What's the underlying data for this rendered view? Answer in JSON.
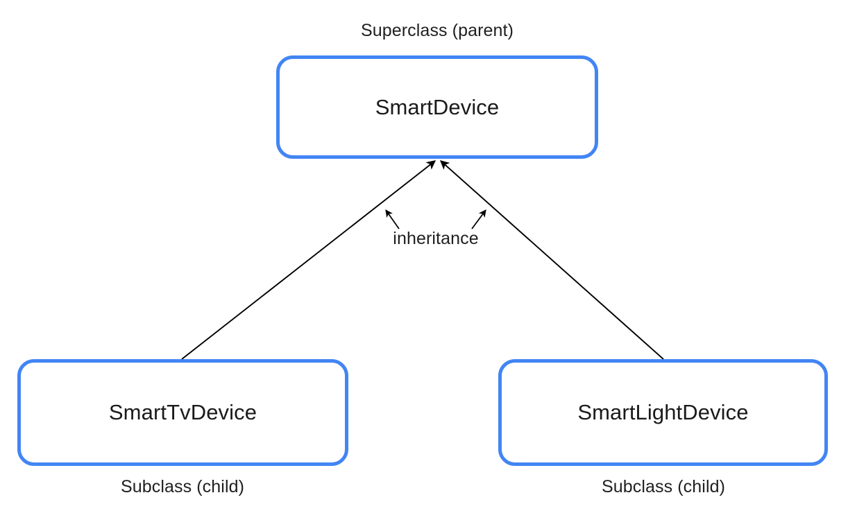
{
  "diagram": {
    "title_text": "Superclass (parent)",
    "background_color": "#ffffff",
    "box_border_color": "#4285f4",
    "text_color": "#1f1f1f",
    "edge_color": "#000000",
    "nodes": {
      "superclass": {
        "label": "SmartDevice",
        "caption": "Superclass (parent)"
      },
      "subclass_tv": {
        "label": "SmartTvDevice",
        "caption": "Subclass (child)"
      },
      "subclass_light": {
        "label": "SmartLightDevice",
        "caption": "Subclass (child)"
      }
    },
    "edges": {
      "relationship_label": "inheritance",
      "from_tv_to_superclass": {
        "source": "SmartTvDevice",
        "target": "SmartDevice",
        "kind": "inheritance",
        "arrow": "to-target"
      },
      "from_light_to_superclass": {
        "source": "SmartLightDevice",
        "target": "SmartDevice",
        "kind": "inheritance",
        "arrow": "to-target"
      }
    }
  }
}
